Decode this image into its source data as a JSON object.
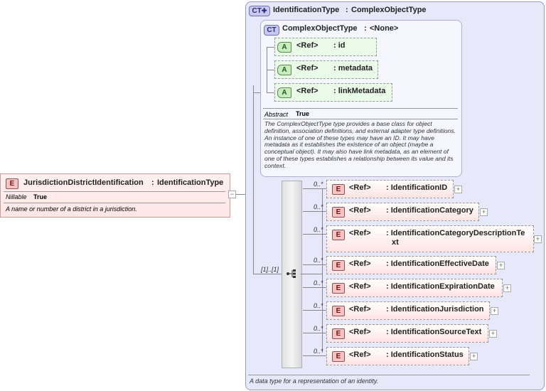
{
  "root": {
    "badge": "E",
    "name": "JurisdictionDistrictIdentification",
    "sep": ":",
    "type": "IdentificationType",
    "prop_label": "Nillable",
    "prop_value": "True",
    "doc": "A name or number of a district in a jurisdiction.",
    "collapse": "−"
  },
  "outer_ct": {
    "badge": "CT",
    "name": "IdentificationType",
    "sep": ":",
    "type": "ComplexObjectType",
    "doc": "A data type for a representation of an identity."
  },
  "inner_ct": {
    "badge": "CT",
    "name": "ComplexObjectType",
    "sep": ":",
    "type": "<None>",
    "attributes": [
      {
        "badge": "A",
        "ref": "<Ref>",
        "name": ": id"
      },
      {
        "badge": "A",
        "ref": "<Ref>",
        "name": ": metadata"
      },
      {
        "badge": "A",
        "ref": "<Ref>",
        "name": ": linkMetadata"
      }
    ],
    "abstract_label": "Abstract",
    "abstract_value": "True",
    "doc": "The ComplexObjectType type provides a base class for object definition, association definitions, and external adapter type definitions. An instance of one of these types may have an ID. It may have metadata as it establishes the existence of an object (maybe a conceptual object). It may also have link metadata, as an element of one of these types establishes a relationship between its value and its context."
  },
  "sequence": {
    "cardinality": "[1]..[1]"
  },
  "elements": [
    {
      "badge": "E",
      "ref": "<Ref>",
      "name": ": IdentificationID",
      "card": "0..*"
    },
    {
      "badge": "E",
      "ref": "<Ref>",
      "name": ": IdentificationCategory",
      "card": "0..*"
    },
    {
      "badge": "E",
      "ref": "<Ref>",
      "name": ": IdentificationCategoryDescriptionTe",
      "name2": "xt",
      "card": "0..*"
    },
    {
      "badge": "E",
      "ref": "<Ref>",
      "name": ": IdentificationEffectiveDate",
      "card": "0..*"
    },
    {
      "badge": "E",
      "ref": "<Ref>",
      "name": ": IdentificationExpirationDate",
      "card": "0..*"
    },
    {
      "badge": "E",
      "ref": "<Ref>",
      "name": ": IdentificationJurisdiction",
      "card": "0..*"
    },
    {
      "badge": "E",
      "ref": "<Ref>",
      "name": ": IdentificationSourceText",
      "card": "0..*"
    },
    {
      "badge": "E",
      "ref": "<Ref>",
      "name": ": IdentificationStatus",
      "card": "0..*"
    }
  ],
  "icons": {
    "expand": "+",
    "sequence": "sequence-icon"
  }
}
